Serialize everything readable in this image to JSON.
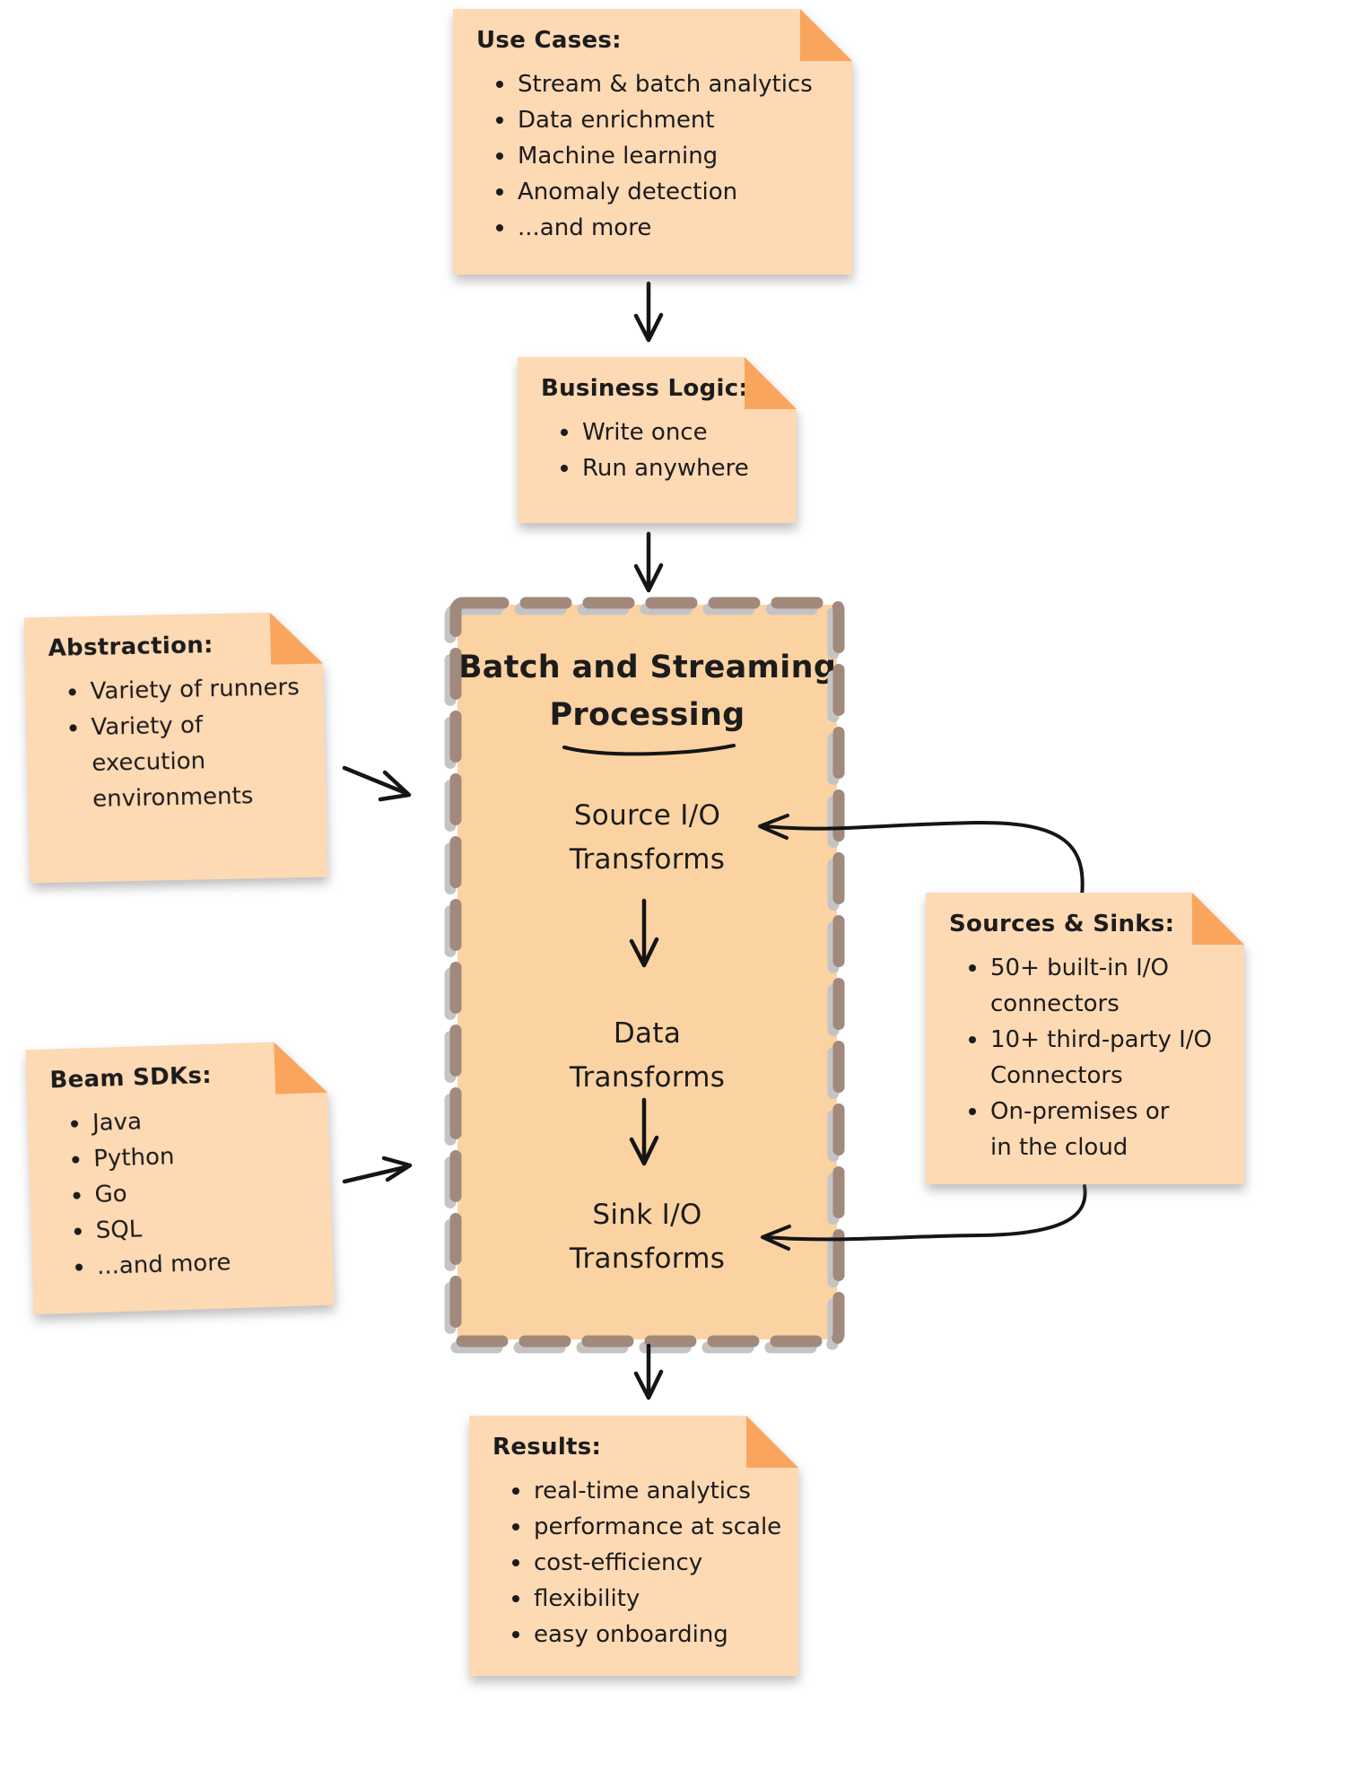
{
  "notes": {
    "use_cases": {
      "title": "Use Cases:",
      "items": [
        "Stream & batch analytics",
        "Data enrichment",
        "Machine learning",
        "Anomaly detection",
        "...and more"
      ]
    },
    "business_logic": {
      "title": "Business Logic:",
      "items": [
        "Write once",
        "Run anywhere"
      ]
    },
    "abstraction": {
      "title": "Abstraction:",
      "items": [
        "Variety of runners",
        "Variety of execution\nenvironments"
      ]
    },
    "beam_sdks": {
      "title": "Beam SDKs:",
      "items": [
        "Java",
        "Python",
        "Go",
        "SQL",
        "...and more"
      ]
    },
    "sources_sinks": {
      "title": "Sources & Sinks:",
      "items": [
        "50+ built-in I/O\nconnectors",
        "10+ third-party I/O\nConnectors",
        "On-premises or\nin the cloud"
      ]
    },
    "results": {
      "title": "Results:",
      "items": [
        "real-time analytics",
        "performance at scale",
        "cost-efficiency",
        "flexibility",
        "easy onboarding"
      ]
    }
  },
  "pipeline": {
    "title_line1": "Batch and Streaming",
    "title_line2": "Processing",
    "stages": [
      "Source I/O\nTransforms",
      "Data\nTransforms",
      "Sink I/O\nTransforms"
    ]
  },
  "colors": {
    "note_fill": "#fdd9b4",
    "fold": "#f9a55e",
    "box_fill": "#fbd3a2",
    "dash": "#a1897b",
    "dash_shadow": "#c4c4c4",
    "text": "#1c1c1c",
    "arrow": "#151515"
  }
}
